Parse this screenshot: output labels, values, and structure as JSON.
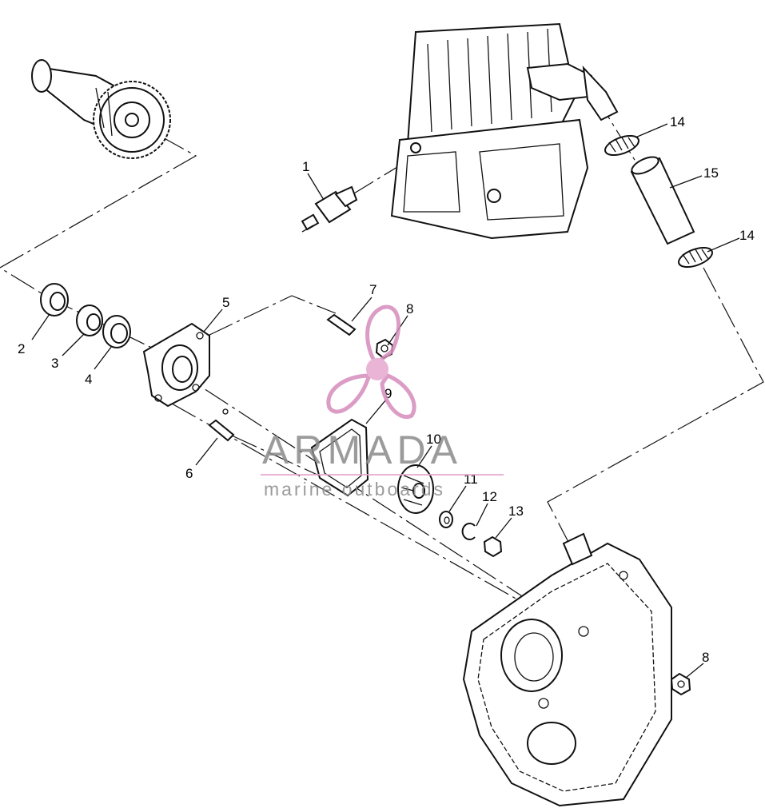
{
  "diagram": {
    "callouts": [
      {
        "id": "c1",
        "label": "1"
      },
      {
        "id": "c2",
        "label": "2"
      },
      {
        "id": "c3",
        "label": "3"
      },
      {
        "id": "c4",
        "label": "4"
      },
      {
        "id": "c5",
        "label": "5"
      },
      {
        "id": "c6",
        "label": "6"
      },
      {
        "id": "c7",
        "label": "7"
      },
      {
        "id": "c8a",
        "label": "8"
      },
      {
        "id": "c9",
        "label": "9"
      },
      {
        "id": "c10",
        "label": "10"
      },
      {
        "id": "c11",
        "label": "11"
      },
      {
        "id": "c12",
        "label": "12"
      },
      {
        "id": "c13",
        "label": "13"
      },
      {
        "id": "c14a",
        "label": "14"
      },
      {
        "id": "c15",
        "label": "15"
      },
      {
        "id": "c14b",
        "label": "14"
      },
      {
        "id": "c8b",
        "label": "8"
      }
    ]
  },
  "watermark": {
    "brand": "ARMADA",
    "tagline": "marine outboards",
    "logo_icon": "propeller-logo-icon",
    "colors": {
      "pink": "#e6a8cf",
      "gray": "#8a8a8a"
    }
  }
}
